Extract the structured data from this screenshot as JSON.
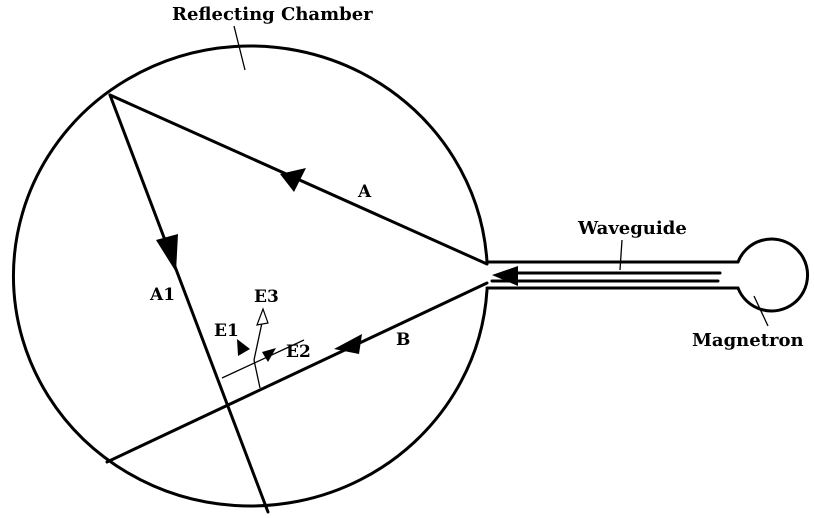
{
  "labels": {
    "chamber": "Reflecting Chamber",
    "waveguide": "Waveguide",
    "magnetron": "Magnetron",
    "ray_a": "A",
    "ray_b": "B",
    "ray_a1": "A1",
    "field_e1": "E1",
    "field_e2": "E2",
    "field_e3": "E3"
  },
  "colors": {
    "line": "#000000",
    "background": "#ffffff"
  }
}
